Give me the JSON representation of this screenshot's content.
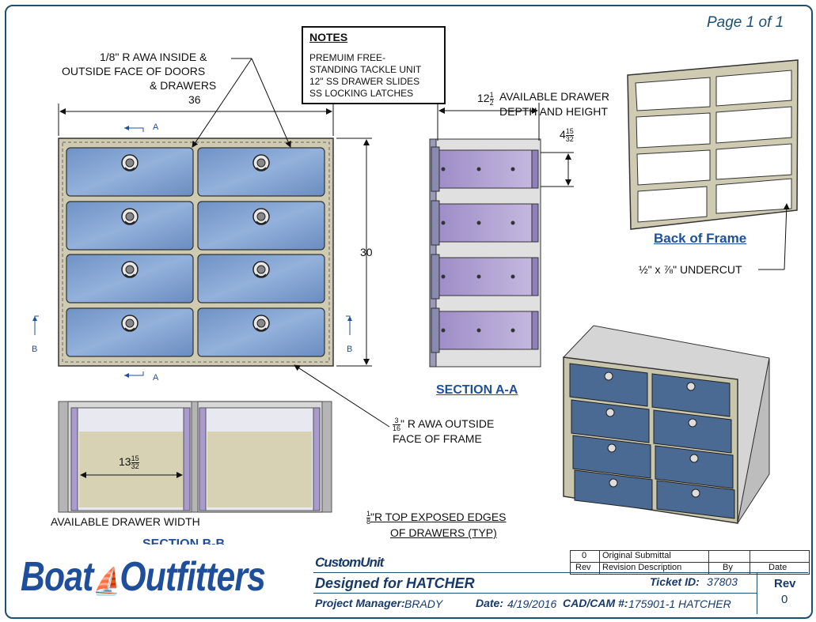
{
  "page_label": "Page 1 of 1",
  "notes": {
    "title": "NOTES",
    "lines": [
      "PREMUIM FREE-",
      "STANDING TACKLE UNIT",
      "12\" SS DRAWER SLIDES",
      "SS LOCKING LATCHES"
    ]
  },
  "callouts": {
    "awa_inside_1": "1/8\" R AWA INSIDE &",
    "awa_inside_2": "OUTSIDE FACE OF DOORS",
    "awa_inside_3": "& DRAWERS",
    "width_36": "36",
    "height_30": "30",
    "drawer_depth_num": "12",
    "drawer_depth_frac_num": "1",
    "drawer_depth_frac_den": "2",
    "drawer_depth_1": "AVAILABLE DRAWER",
    "drawer_depth_2": "DEPTH AND HEIGHT",
    "drawer_height_num": "4",
    "drawer_height_frac_num": "15",
    "drawer_height_frac_den": "32",
    "frame_awa_frac_num": "3",
    "frame_awa_frac_den": "16",
    "frame_awa_1": "\" R AWA OUTSIDE",
    "frame_awa_2": "FACE OF FRAME",
    "drawer_width_num": "13",
    "drawer_width_frac_num": "15",
    "drawer_width_frac_den": "32",
    "available_drawer_width": "AVAILABLE DRAWER WIDTH",
    "top_edges_frac_num": "1",
    "top_edges_frac_den": "8",
    "top_edges_1": "\"R TOP EXPOSED EDGES",
    "top_edges_2": "OF DRAWERS (TYP)",
    "undercut": "½\" x ⅞\" UNDERCUT",
    "back_of_frame": "Back of Frame",
    "section_aa": "SECTION A-A",
    "section_bb": "SECTION B-B",
    "sec_a": "A",
    "sec_b": "B"
  },
  "title_block": {
    "brand_1": "Boat",
    "brand_2": "Outfitters",
    "custom_unit": "CustomUnit",
    "designed_for": "Designed for HATCHER",
    "ticket_label": "Ticket ID:",
    "ticket_value": "37803",
    "pm_label": "Project Manager:",
    "pm_value": "BRADY",
    "date_label": "Date:",
    "date_value": "4/19/2016",
    "cad_label": "CAD/CAM #:",
    "cad_value": "175901-1 HATCHER",
    "rev_label": "Rev",
    "rev_value": "0",
    "rev_table": {
      "row_rev": "0",
      "row_desc": "Original Submittal",
      "h_rev": "Rev",
      "h_desc": "Revision Description",
      "h_by": "By",
      "h_date": "Date"
    }
  },
  "colors": {
    "frame": "#cfcbb3",
    "drawer": "#7fa1d3",
    "drawer_dark": "#4a6a93",
    "section_drawer": "#b9a8d6",
    "border": "#1f4f6e"
  }
}
